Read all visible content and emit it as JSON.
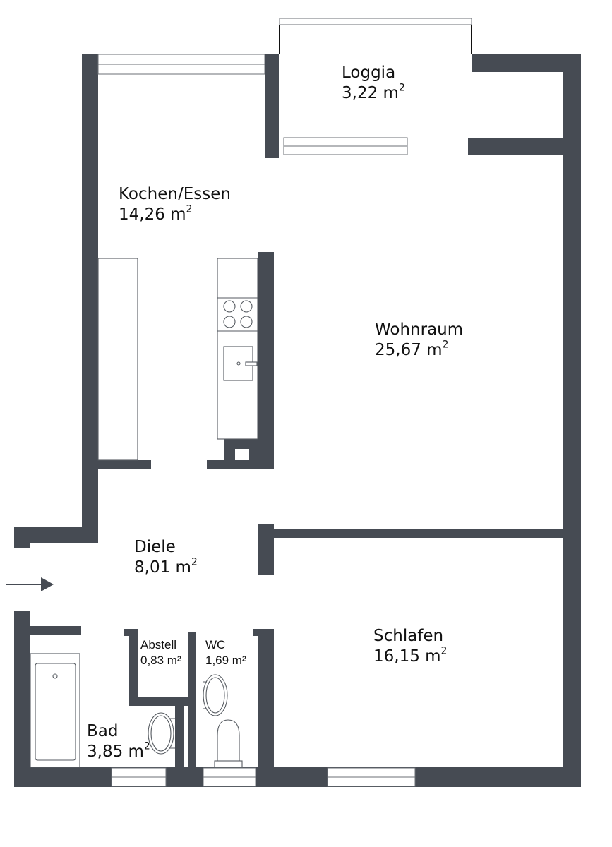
{
  "plan": {
    "type": "apartment-floor-plan",
    "wall_color": "#464b53",
    "entrance_arrow": "arrow-right-icon",
    "rooms": [
      {
        "name": "Loggia",
        "area": "3,22 m",
        "unit_sup": "2"
      },
      {
        "name": "Kochen/Essen",
        "area": "14,26 m",
        "unit_sup": "2"
      },
      {
        "name": "Wohnraum",
        "area": "25,67 m",
        "unit_sup": "2"
      },
      {
        "name": "Diele",
        "area": "8,01 m",
        "unit_sup": "2"
      },
      {
        "name": "Abstell",
        "area": "0,83 m²",
        "unit_sup": ""
      },
      {
        "name": "WC",
        "area": "1,69 m²",
        "unit_sup": ""
      },
      {
        "name": "Schlafen",
        "area": "16,15 m",
        "unit_sup": "2"
      },
      {
        "name": "Bad",
        "area": "3,85 m",
        "unit_sup": "2"
      }
    ]
  }
}
